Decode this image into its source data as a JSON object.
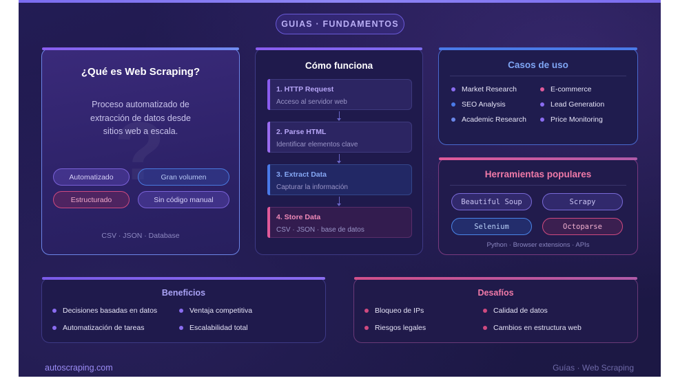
{
  "badge": "GUIAS · FUNDAMENTOS",
  "what": {
    "title": "¿Qué es Web Scraping?",
    "desc": [
      "Proceso automatizado de",
      "extracción de datos desde",
      "sitios web a escala."
    ],
    "tags": [
      "Automatizado",
      "Gran volumen",
      "Estructurado",
      "Sin código manual"
    ],
    "formats": "CSV · JSON · Database"
  },
  "how": {
    "title": "Cómo funciona",
    "steps": [
      {
        "title": "1. HTTP Request",
        "sub": "Acceso al servidor web"
      },
      {
        "title": "2. Parse HTML",
        "sub": "Identificar elementos clave"
      },
      {
        "title": "3. Extract Data",
        "sub": "Capturar la información"
      },
      {
        "title": "4. Store Data",
        "sub": "CSV · JSON · base de datos"
      }
    ]
  },
  "uses": {
    "title": "Casos de uso",
    "items": [
      "Market Research",
      "E-commerce",
      "SEO Analysis",
      "Lead Generation",
      "Academic Research",
      "Price Monitoring"
    ]
  },
  "tools": {
    "title": "Herramientas populares",
    "items": [
      "Beautiful Soup",
      "Scrapy",
      "Selenium",
      "Octoparse"
    ],
    "foot": "Python · Browser extensions · APIs"
  },
  "benefits": {
    "title": "Beneficios",
    "items": [
      "Decisiones basadas en datos",
      "Ventaja competitiva",
      "Automatización de tareas",
      "Escalabilidad total"
    ]
  },
  "challenges": {
    "title": "Desafíos",
    "items": [
      "Bloqueo de IPs",
      "Calidad de datos",
      "Riesgos legales",
      "Cambios en estructura web"
    ]
  },
  "footer": {
    "left": "autoscraping.com",
    "right": "Guías · Web Scraping"
  },
  "colors": {
    "purple": "#8a5cf0",
    "blue": "#4a7ae8",
    "pink": "#e05a9a"
  }
}
